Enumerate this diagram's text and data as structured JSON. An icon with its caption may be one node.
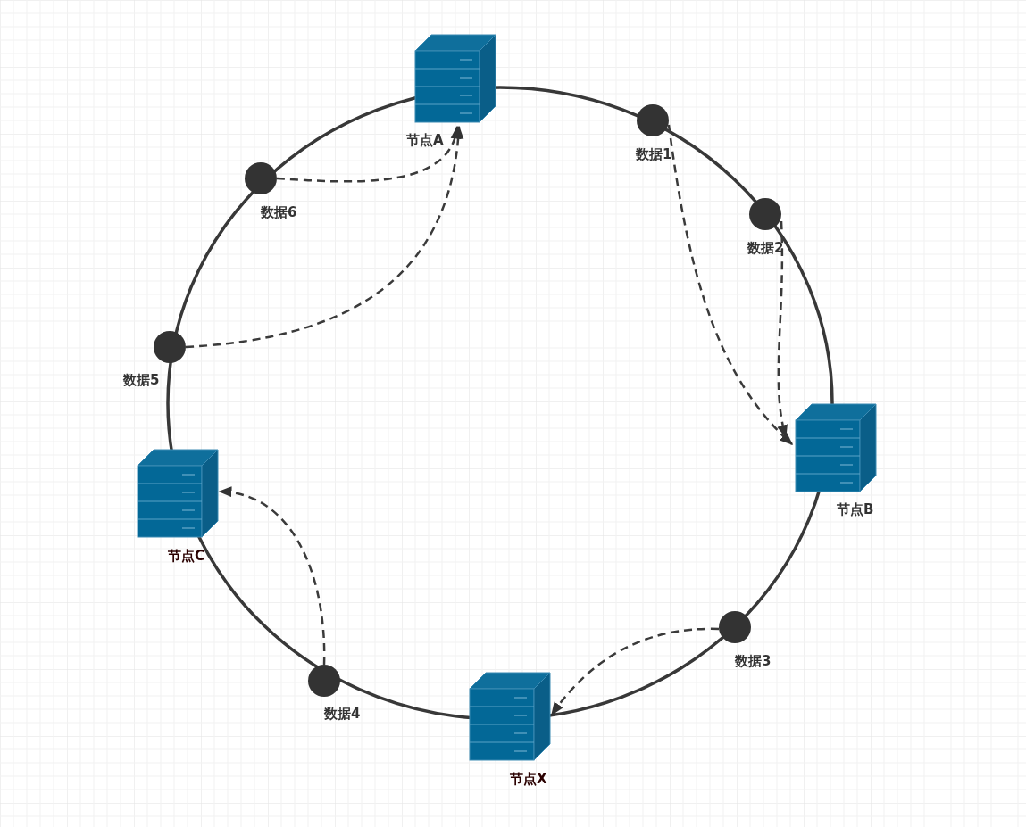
{
  "diagram": {
    "nodes": [
      {
        "text": [
          "节点A"
        ]
      },
      {
        "text": [
          "数据1"
        ]
      },
      {
        "text": [
          "数据6"
        ]
      },
      {
        "text": [
          "数据2"
        ]
      },
      {
        "text": [
          "数据5"
        ]
      },
      {
        "text": [
          "节点B"
        ]
      },
      {
        "text": [
          "节点C"
        ]
      },
      {
        "text": [
          "数据3"
        ]
      },
      {
        "text": [
          "数据4"
        ]
      },
      {
        "text": [
          "节点X"
        ]
      }
    ],
    "edges": [
      {
        "from": 1,
        "to": 5,
        "arrow": "to",
        "style": "dashed"
      },
      {
        "from": 3,
        "to": 5,
        "arrow": "to",
        "style": "dashed"
      },
      {
        "from": 2,
        "to": 0,
        "arrow": "to",
        "style": "dashed"
      },
      {
        "from": 4,
        "to": 0,
        "arrow": "to",
        "style": "dashed"
      },
      {
        "from": 7,
        "to": 9,
        "arrow": "to",
        "style": "dashed"
      },
      {
        "from": 8,
        "to": 6,
        "arrow": "to",
        "style": "dashed"
      }
    ]
  }
}
